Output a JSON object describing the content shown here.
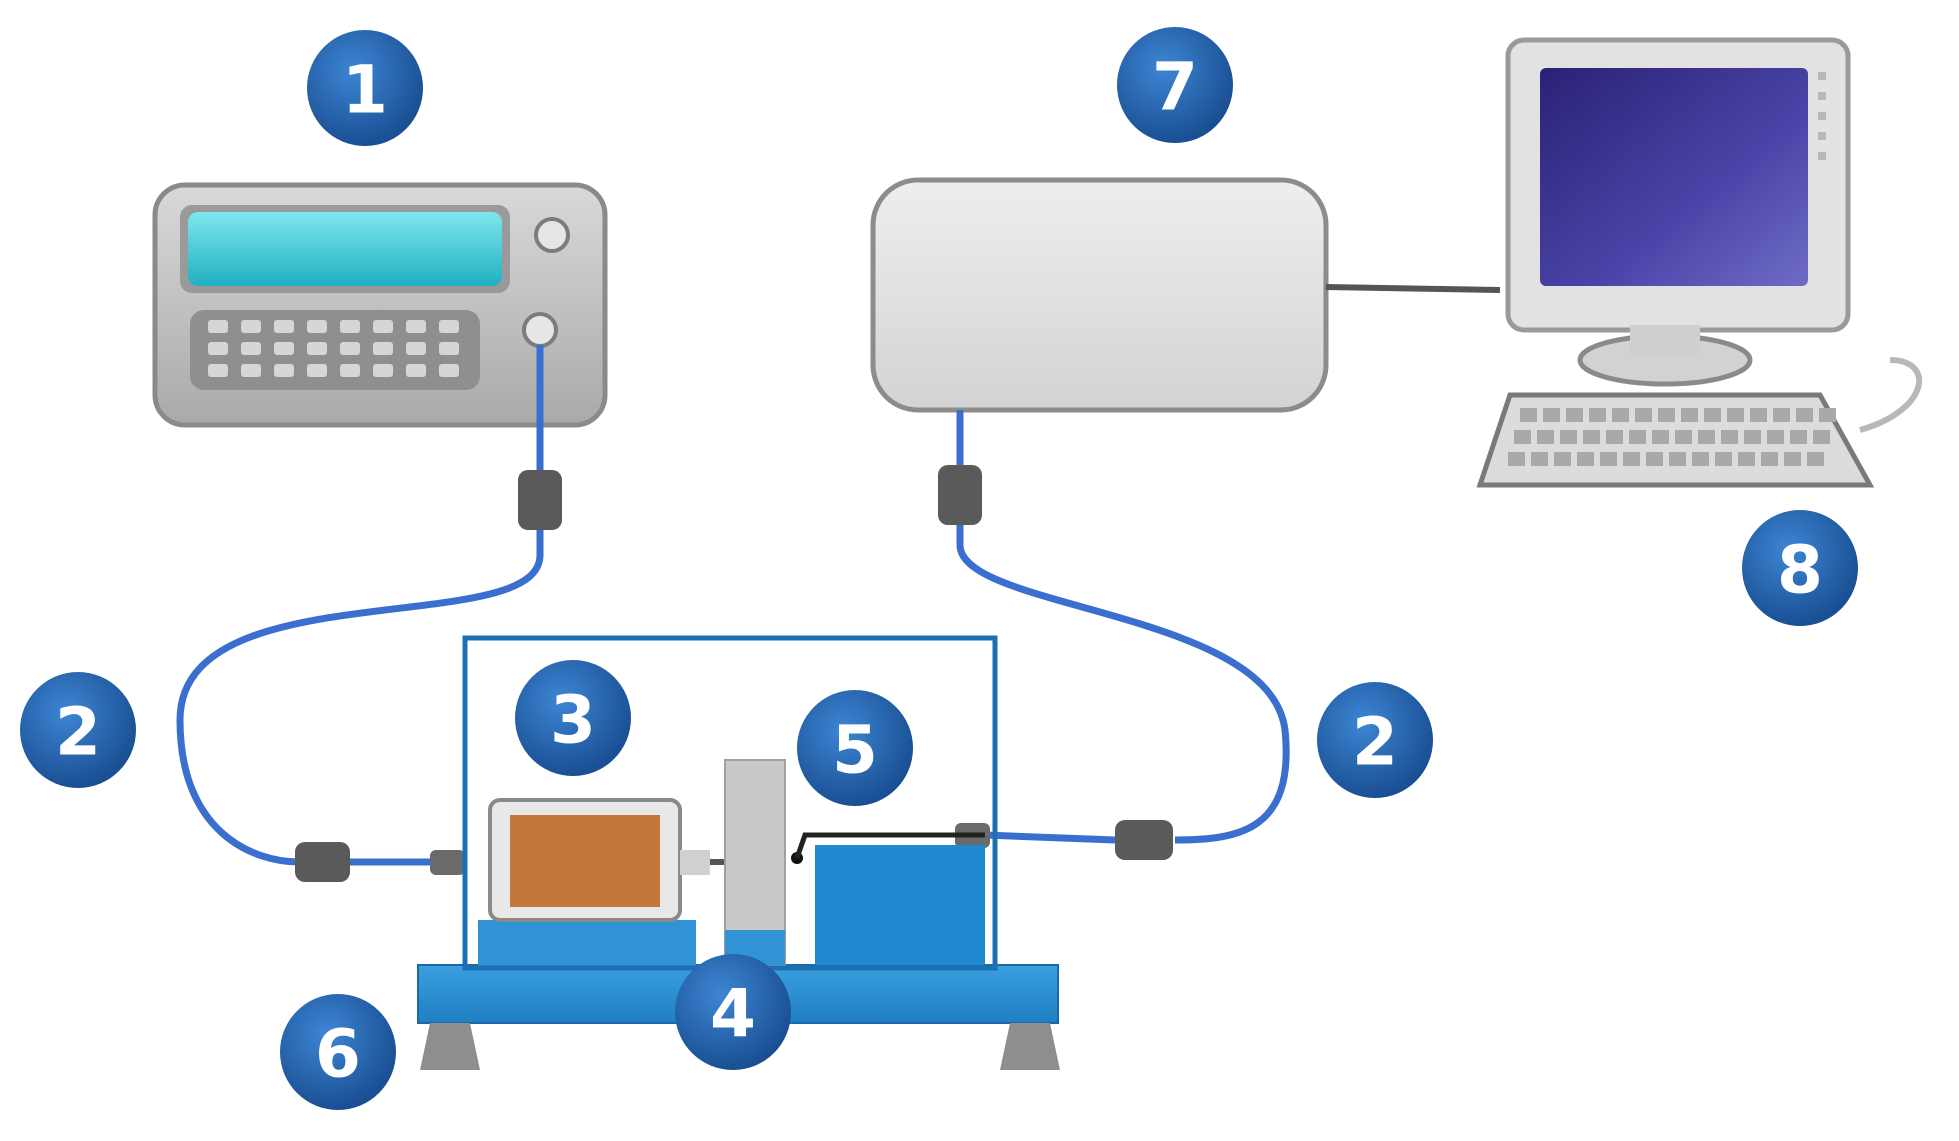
{
  "labels": {
    "n1": "1",
    "n2_left": "2",
    "n2_right": "2",
    "n3": "3",
    "n4": "4",
    "n5": "5",
    "n6": "6",
    "n7": "7",
    "n8": "8"
  },
  "colors": {
    "badge": "#1e5faa",
    "badge_light": "#3d86d4",
    "cable": "#3a6fd0",
    "box_outline": "#1c6fb3",
    "table": "#2f93d6",
    "generator_display": "#35c6d6",
    "monitor_screen": "#3a2f8f",
    "coil": "#c4773d"
  },
  "icons": {
    "signal_generator": "signal-generator-icon",
    "amplifier_box": "daq-box-icon",
    "computer": "computer-icon",
    "shaker": "shaker-icon",
    "sensor": "sensor-icon",
    "table": "test-bench-icon"
  }
}
